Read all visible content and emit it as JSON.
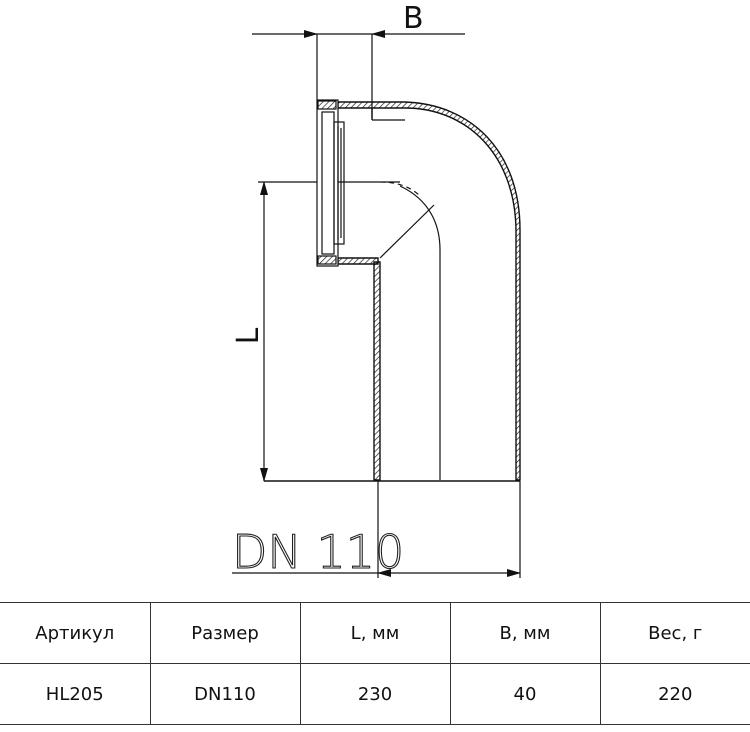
{
  "drawing": {
    "label_B": "B",
    "label_L": "L",
    "label_DN": "DN 110",
    "line_color": "#111111"
  },
  "table": {
    "headers": [
      "Артикул",
      "Размер",
      "L, мм",
      "B, мм",
      "Вес, г"
    ],
    "rows": [
      [
        "HL205",
        "DN110",
        "230",
        "40",
        "220"
      ]
    ]
  }
}
